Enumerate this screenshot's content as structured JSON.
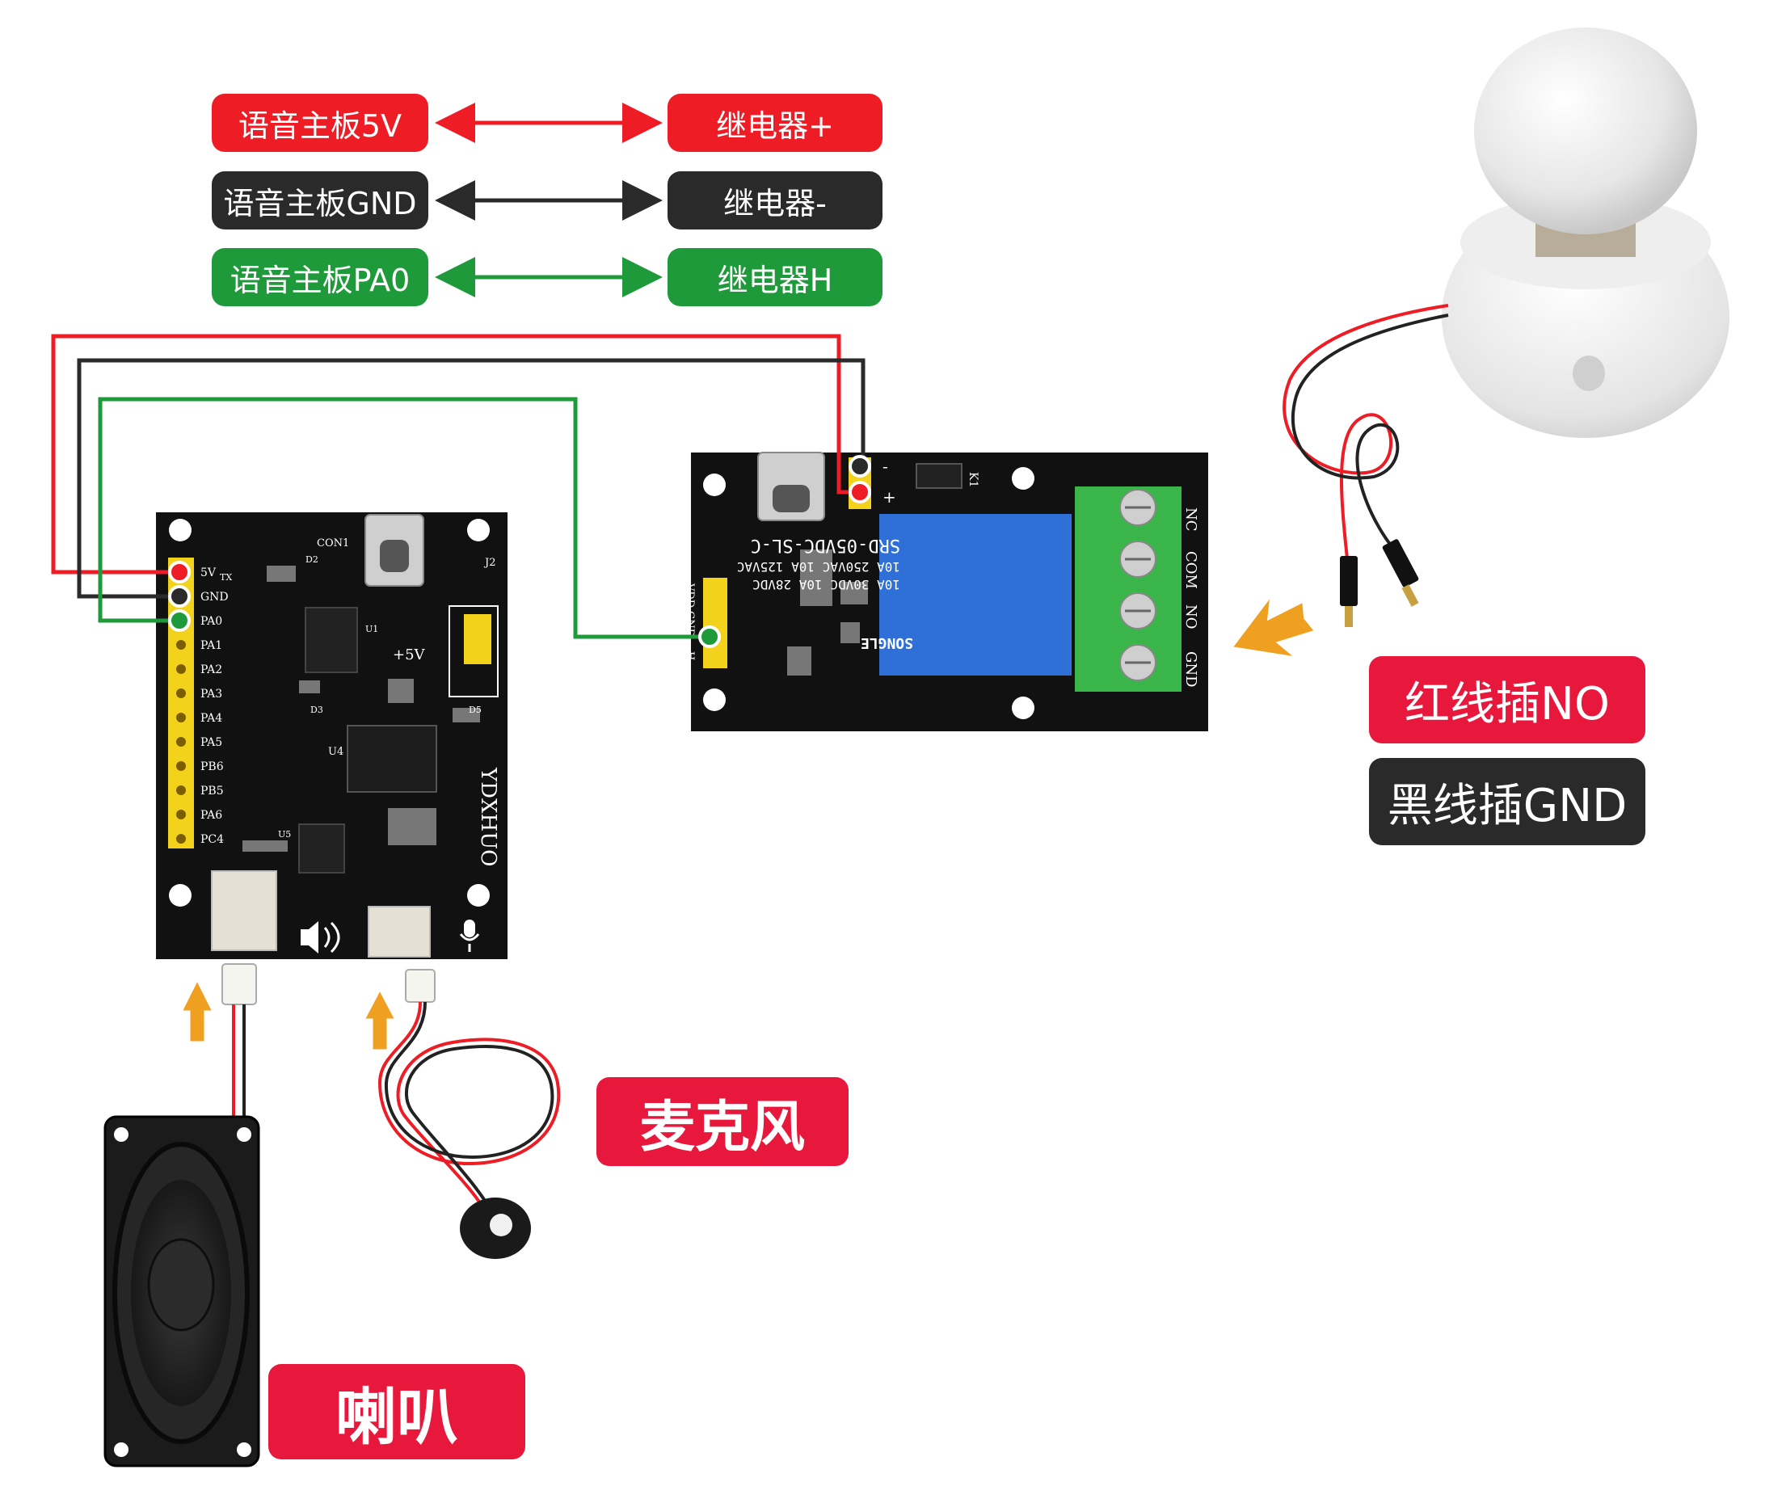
{
  "colors": {
    "red": "#ee1c25",
    "black": "#2a2a2a",
    "green": "#1f9a3a",
    "label_red": "#e8173c",
    "pcb": "#111111",
    "header_yellow": "#f2d21b",
    "terminal_green": "#39b54a",
    "relay_blue": "#2e6fd8",
    "arrow_orange": "#f0a020"
  },
  "connection_legend": [
    {
      "from": "语音主板5V",
      "to": "继电器+",
      "color": "red"
    },
    {
      "from": "语音主板GND",
      "to": "继电器-",
      "color": "black"
    },
    {
      "from": "语音主板PA0",
      "to": "继电器H",
      "color": "green"
    }
  ],
  "lamp_wiring": {
    "red_wire": "红线插NO",
    "black_wire": "黑线插GND"
  },
  "labels": {
    "microphone": "麦克风",
    "speaker": "喇叭"
  },
  "voice_board": {
    "brand": "YDXHUO",
    "pins": [
      "5V",
      "GND",
      "PA0",
      "PA1",
      "PA2",
      "PA3",
      "PA4",
      "PA5",
      "PB6",
      "PB5",
      "PA6",
      "PC4"
    ],
    "markings": [
      "CON1",
      "J2",
      "+5V",
      "U1",
      "U4",
      "U5",
      "D2",
      "D3",
      "D5",
      "TX"
    ]
  },
  "relay_board": {
    "terminals": [
      "NC",
      "COM",
      "NO",
      "GND"
    ],
    "header_pins": [
      "VDD",
      "GND",
      "H"
    ],
    "relay_text": [
      "SRD-05VDC-SL-C",
      "10A 250VAC  10A 125VAC",
      "10A 30VDC  10A 28VDC",
      "SONGLE"
    ],
    "power_marks": [
      "-",
      "+"
    ],
    "relay_id": "K1"
  },
  "icons": [
    "usb-c-port-icon",
    "speaker-icon",
    "mic-icon",
    "arrow-up-icon",
    "arrow-left-icon",
    "light-bulb-icon"
  ]
}
